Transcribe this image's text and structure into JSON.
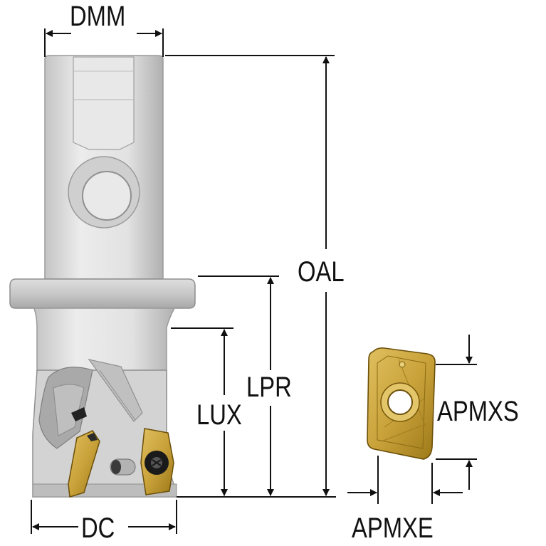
{
  "colors": {
    "background": "#ffffff",
    "tool_body": "#d8d8d8",
    "tool_shadow": "#a9a9a9",
    "tool_outline": "#8a8a8a",
    "insert_gold": "#c9a23a",
    "insert_gold_dark": "#8a6a12",
    "screw": "#1a1a1a",
    "dimension_lines": "#111111"
  },
  "labels": {
    "dmm": "DMM",
    "oal": "OAL",
    "lpr": "LPR",
    "lux": "LUX",
    "dc": "DC",
    "apmxs": "APMXS",
    "apmxe": "APMXE"
  }
}
